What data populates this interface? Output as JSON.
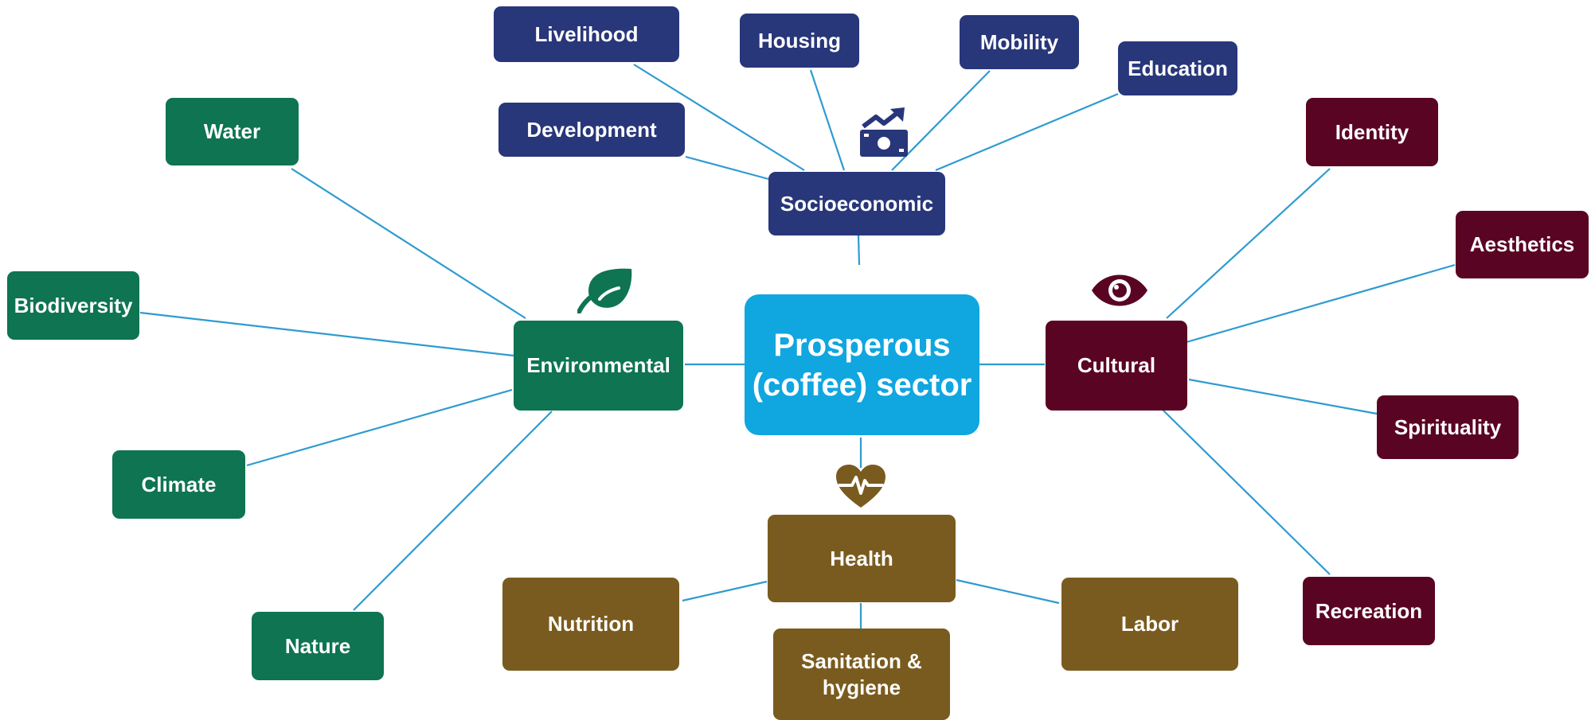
{
  "center": {
    "label_line1": "Prosperous",
    "label_line2": "(coffee) sector",
    "color": "#10a6e0"
  },
  "colors": {
    "line": "#2f9bd0",
    "socioeconomic": "#28367a",
    "environmental": "#0e7451",
    "cultural": "#5a0423",
    "health": "#7a5b1f"
  },
  "socioeconomic": {
    "label": "Socioeconomic",
    "icon": "money-growth-icon",
    "children": {
      "livelihood": "Livelihood",
      "housing": "Housing",
      "mobility": "Mobility",
      "education": "Education",
      "development": "Development"
    }
  },
  "environmental": {
    "label": "Environmental",
    "icon": "leaf-icon",
    "children": {
      "water": "Water",
      "biodiversity": "Biodiversity",
      "climate": "Climate",
      "nature": "Nature"
    }
  },
  "cultural": {
    "label": "Cultural",
    "icon": "eye-icon",
    "children": {
      "identity": "Identity",
      "aesthetics": "Aesthetics",
      "spirituality": "Spirituality",
      "recreation": "Recreation"
    }
  },
  "health": {
    "label": "Health",
    "icon": "heart-pulse-icon",
    "children": {
      "nutrition": "Nutrition",
      "sanitation_line1": "Sanitation &",
      "sanitation_line2": "hygiene",
      "labor": "Labor"
    }
  }
}
